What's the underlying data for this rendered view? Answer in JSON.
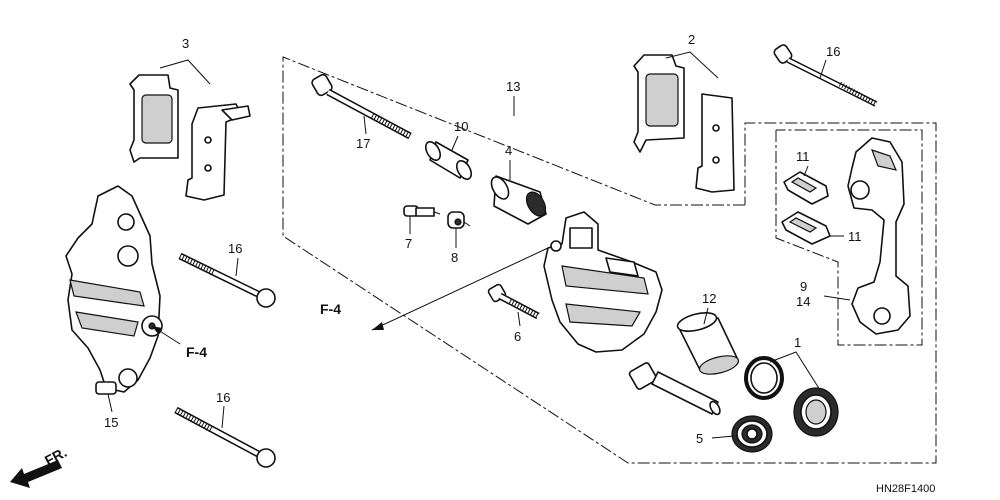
{
  "diagram_code": "HN28F1400",
  "front_marker": "FR.",
  "callouts": {
    "c1": "1",
    "c2": "2",
    "c3": "3",
    "c4": "4",
    "c5": "5",
    "c6": "6",
    "c7": "7",
    "c8": "8",
    "c9": "9",
    "c10": "10",
    "c11a": "11",
    "c11b": "11",
    "c12": "12",
    "c13": "13",
    "c14": "14",
    "c15": "15",
    "c16a": "16",
    "c16b": "16",
    "c16c": "16",
    "c17": "17"
  },
  "refs": {
    "f4_a": "F-4",
    "f4_b": "F-4"
  },
  "colors": {
    "line": "#111111",
    "shade": "#cfcfcf",
    "dark": "#2b2b2b"
  }
}
